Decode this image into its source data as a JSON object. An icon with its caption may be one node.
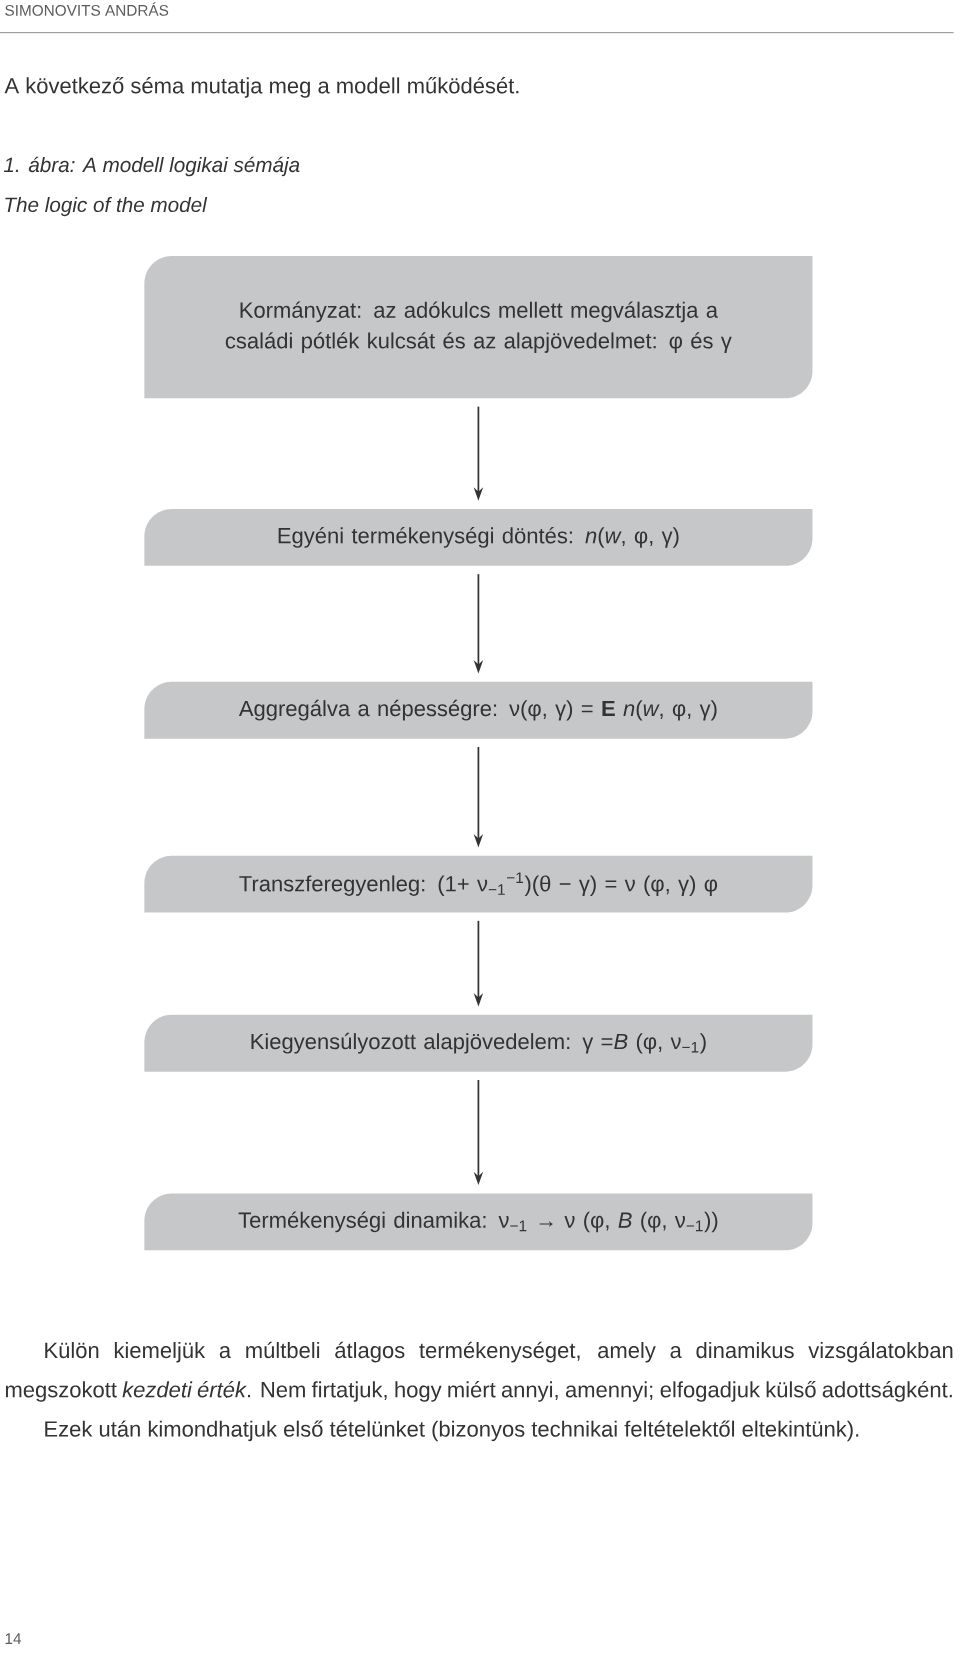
{
  "diagram": {
    "nodes": [
      {
        "text": [
          "Kormányzat: az adókulcs mellett megválasztja a családi pótlék kulcsát és az alapjövedelmet: φ és γ"
        ]
      },
      {
        "text": [
          "Egyéni termékenységi döntés: *n*(*w*, φ, γ)"
        ]
      },
      {
        "text": [
          "Aggregálva a népességre: ν(φ, γ) = **E** *n*(*w*, φ, γ)"
        ]
      },
      {
        "text": [
          "Transzferegyenleg: (1+ ν$_{−1}$$^{−1}$)(θ − γ) = ν (φ, γ) φ"
        ]
      },
      {
        "text": [
          "Kiegyensúlyozott alapjövedelem: γ =*B* (φ, ν$_{−1}$)"
        ]
      },
      {
        "text": [
          "Termékenységi dinamika: ν$_{−1}$ → ν (φ, *B* (φ, ν$_{−1}$))"
        ]
      }
    ],
    "edges": [
      {
        "from": 0,
        "to": 1,
        "arrow": "to"
      },
      {
        "from": 1,
        "to": 2,
        "arrow": "to"
      },
      {
        "from": 2,
        "to": 3,
        "arrow": "to"
      },
      {
        "from": 3,
        "to": 4,
        "arrow": "to"
      },
      {
        "from": 4,
        "to": 5,
        "arrow": "to"
      }
    ],
    "labels": [
      "SIMONOVITS ANDRÁS",
      "A következő séma mutatja meg a modell működését.",
      "1. ábra: A modell logikai sémája",
      "The logic of the model",
      "Külön kiemeljük a múltbeli átlagos termékenységet, amely a dinamikus vizsgálatokban megszokott *kezdeti érték*. Nem firtatjuk, hogy miért annyi, amennyi; elfogadjuk külső adottságként.",
      "Ezek után kimondhatjuk első tételünket (bizonyos technikai feltételektől eltekintünk).",
      "14"
    ]
  }
}
